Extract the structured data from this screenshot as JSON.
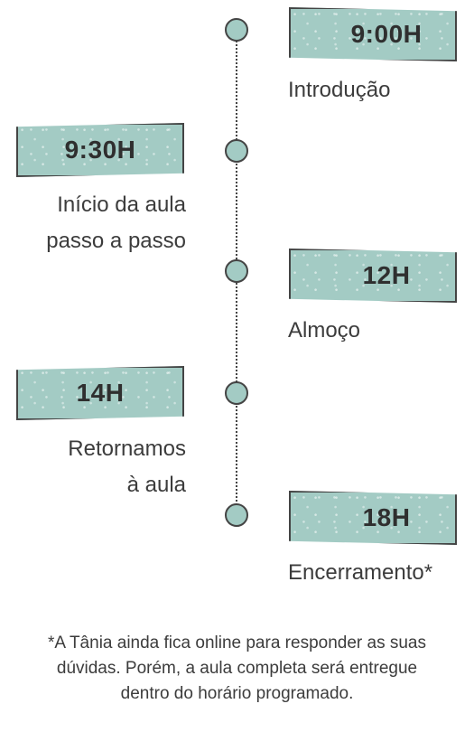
{
  "events": [
    {
      "time": "9:00H",
      "label_lines": [
        "Introdução"
      ]
    },
    {
      "time": "9:30H",
      "label_lines": [
        "Início da aula",
        "passo a passo"
      ]
    },
    {
      "time": "12H",
      "label_lines": [
        "Almoço"
      ]
    },
    {
      "time": "14H",
      "label_lines": [
        "Retornamos",
        "à aula"
      ]
    },
    {
      "time": "18H",
      "label_lines": [
        "Encerramento*"
      ]
    }
  ],
  "footnote_lines": [
    "*A Tânia ainda fica online para responder as suas",
    "dúvidas. Porém, a aula completa será entregue",
    "dentro do horário programado."
  ],
  "colors": {
    "accent": "#a3cbc4",
    "stroke": "#444444",
    "text": "#3c3c3c"
  }
}
